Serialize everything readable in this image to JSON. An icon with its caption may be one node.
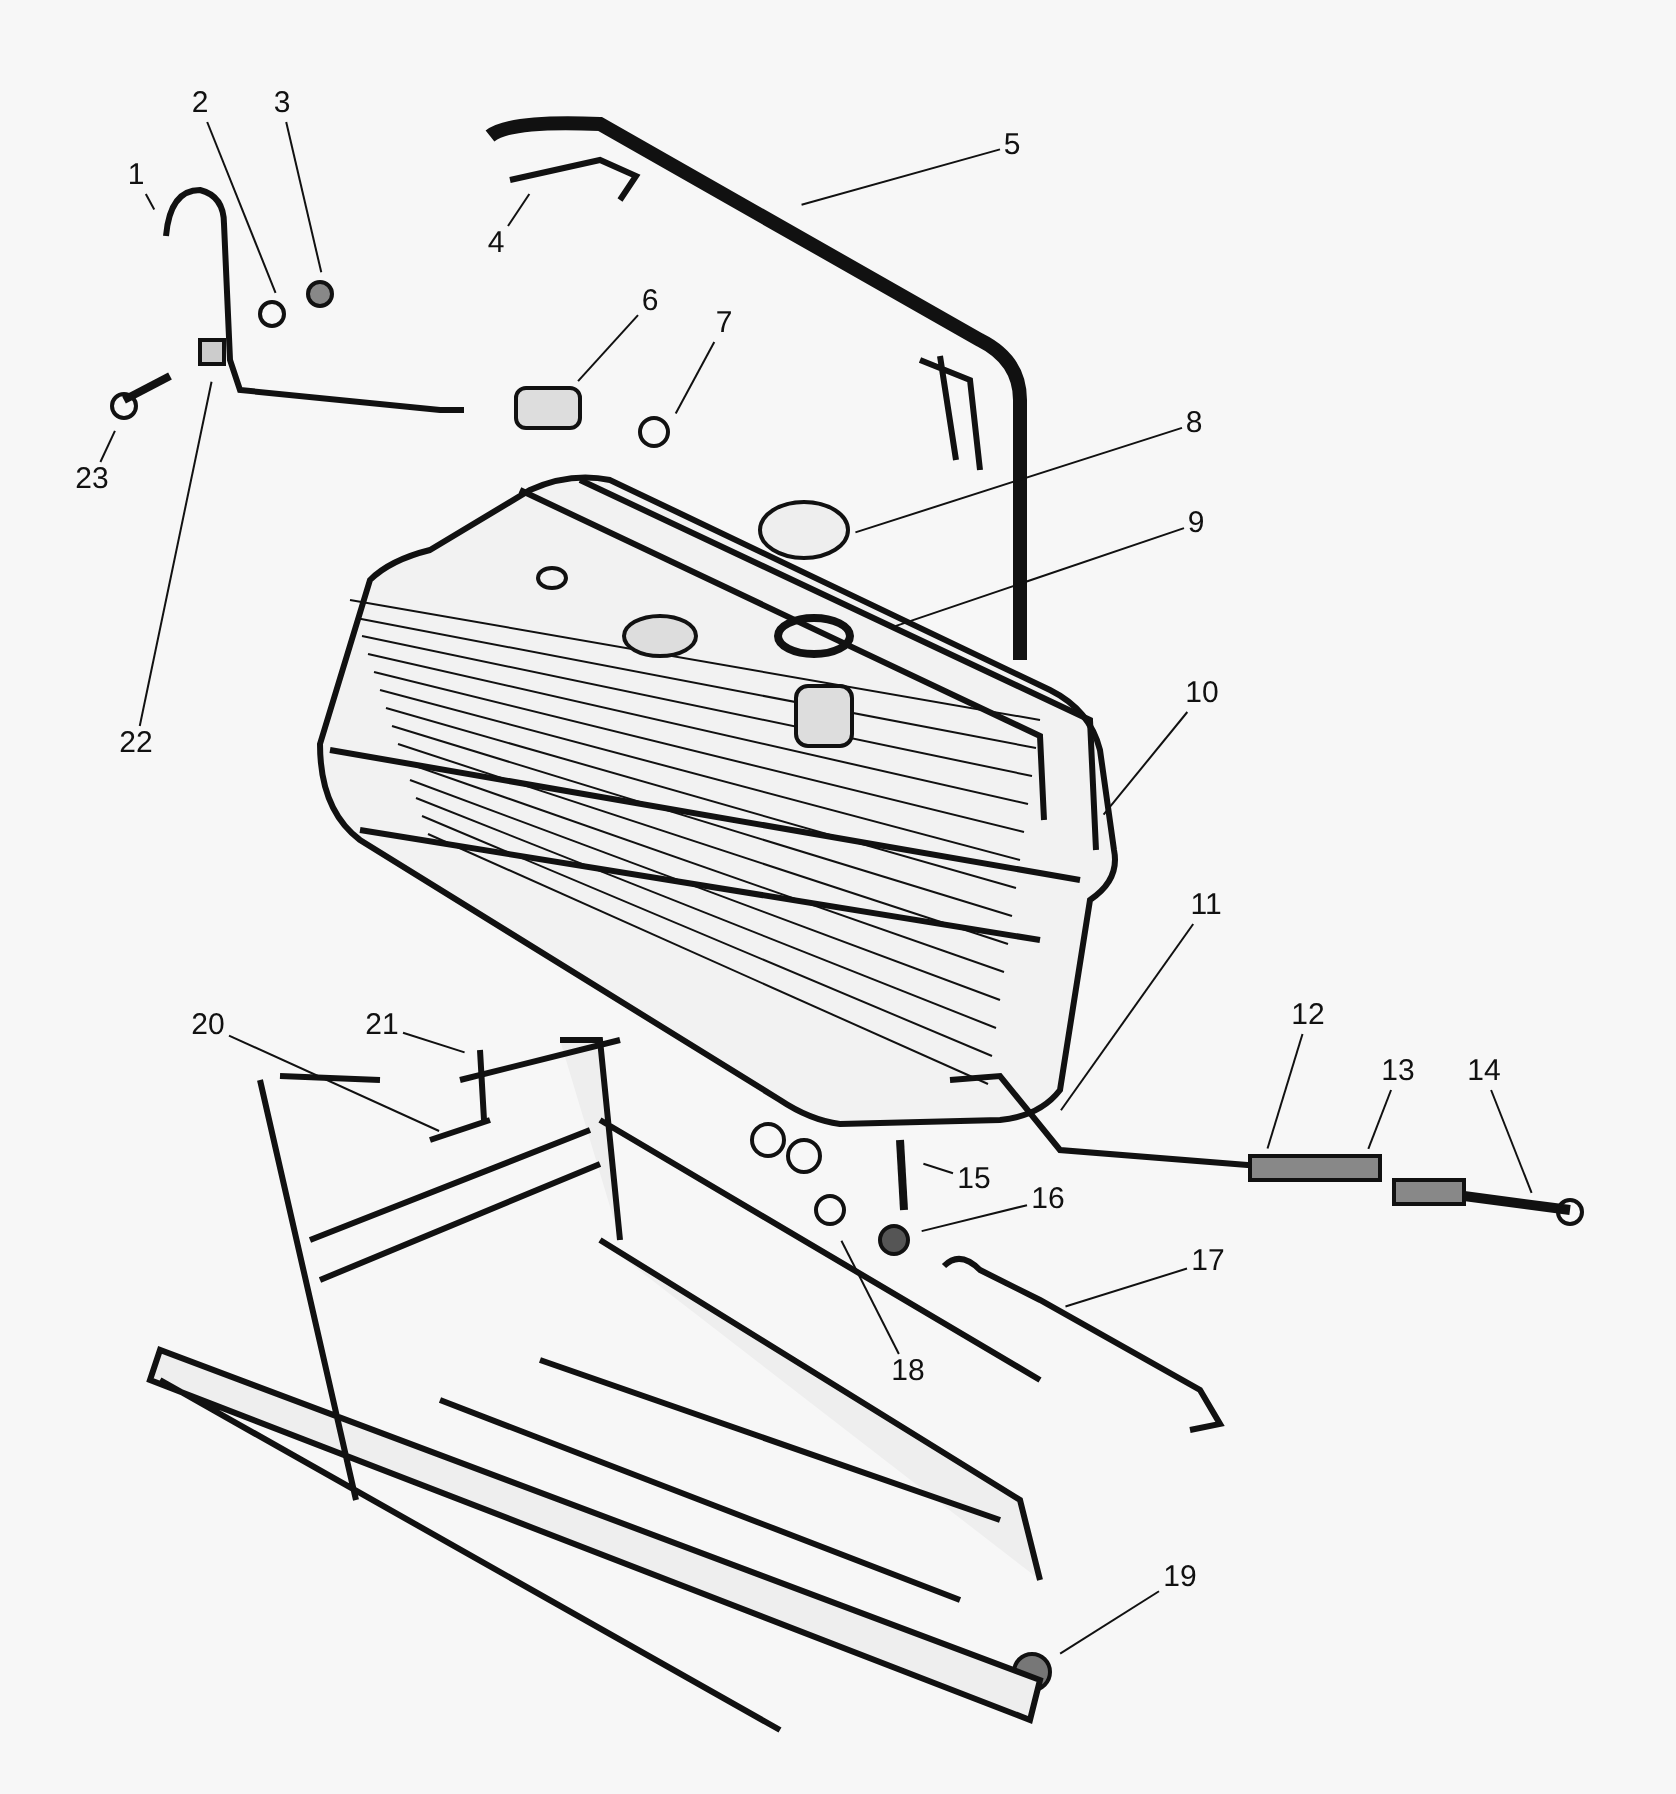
{
  "diagram": {
    "nodes": [
      {
        "text": [
          "1"
        ]
      },
      {
        "text": [
          "2"
        ]
      },
      {
        "text": [
          "3"
        ]
      },
      {
        "text": [
          "4"
        ]
      },
      {
        "text": [
          "5"
        ]
      },
      {
        "text": [
          "6"
        ]
      },
      {
        "text": [
          "7"
        ]
      },
      {
        "text": [
          "8"
        ]
      },
      {
        "text": [
          "9"
        ]
      },
      {
        "text": [
          "10"
        ]
      },
      {
        "text": [
          "11"
        ]
      },
      {
        "text": [
          "12"
        ]
      },
      {
        "text": [
          "13"
        ]
      },
      {
        "text": [
          "14"
        ]
      },
      {
        "text": [
          "15"
        ]
      },
      {
        "text": [
          "16"
        ]
      },
      {
        "text": [
          "17"
        ]
      },
      {
        "text": [
          "18"
        ]
      },
      {
        "text": [
          "19"
        ]
      },
      {
        "text": [
          "20"
        ]
      },
      {
        "text": [
          "21"
        ]
      },
      {
        "text": [
          "22"
        ]
      },
      {
        "text": [
          "23"
        ]
      }
    ],
    "edges": [
      {
        "from": 0,
        "to": null,
        "arrow": "none"
      },
      {
        "from": 1,
        "to": null,
        "arrow": "none"
      },
      {
        "from": 2,
        "to": null,
        "arrow": "none"
      },
      {
        "from": 3,
        "to": null,
        "arrow": "none"
      },
      {
        "from": 4,
        "to": null,
        "arrow": "none"
      },
      {
        "from": 5,
        "to": null,
        "arrow": "none"
      },
      {
        "from": 6,
        "to": null,
        "arrow": "none"
      },
      {
        "from": 7,
        "to": null,
        "arrow": "none"
      },
      {
        "from": 8,
        "to": null,
        "arrow": "none"
      },
      {
        "from": 9,
        "to": null,
        "arrow": "none"
      },
      {
        "from": 10,
        "to": null,
        "arrow": "none"
      },
      {
        "from": 11,
        "to": null,
        "arrow": "none"
      },
      {
        "from": 12,
        "to": null,
        "arrow": "none"
      },
      {
        "from": 13,
        "to": null,
        "arrow": "none"
      },
      {
        "from": 14,
        "to": null,
        "arrow": "none"
      },
      {
        "from": 15,
        "to": null,
        "arrow": "none"
      },
      {
        "from": 16,
        "to": null,
        "arrow": "none"
      },
      {
        "from": 17,
        "to": null,
        "arrow": "none"
      },
      {
        "from": 18,
        "to": null,
        "arrow": "none"
      },
      {
        "from": 19,
        "to": null,
        "arrow": "none"
      },
      {
        "from": 20,
        "to": null,
        "arrow": "none"
      },
      {
        "from": 21,
        "to": null,
        "arrow": "none"
      },
      {
        "from": 22,
        "to": null,
        "arrow": "none"
      }
    ]
  }
}
